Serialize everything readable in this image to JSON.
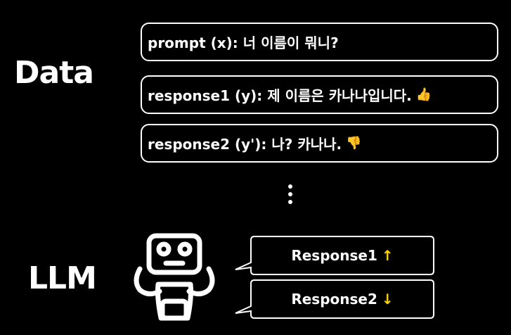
{
  "labels": {
    "data": "Data",
    "llm": "LLM"
  },
  "data_items": [
    {
      "text": "prompt (x): 너 이름이 뭐니?",
      "emoji": ""
    },
    {
      "text": "response1 (y): 제 이름은 카나나입니다.",
      "emoji": "👍"
    },
    {
      "text": "response2 (y'): 나? 카나나.",
      "emoji": "👎"
    }
  ],
  "responses": [
    {
      "text": "Response1",
      "arrow": "↑"
    },
    {
      "text": "Response2",
      "arrow": "↓"
    }
  ],
  "colors": {
    "background": "#000000",
    "foreground": "#ffffff",
    "accent": "#ffd500"
  },
  "icons": {
    "robot": "robot-icon",
    "more": "vertical-ellipsis-icon"
  }
}
